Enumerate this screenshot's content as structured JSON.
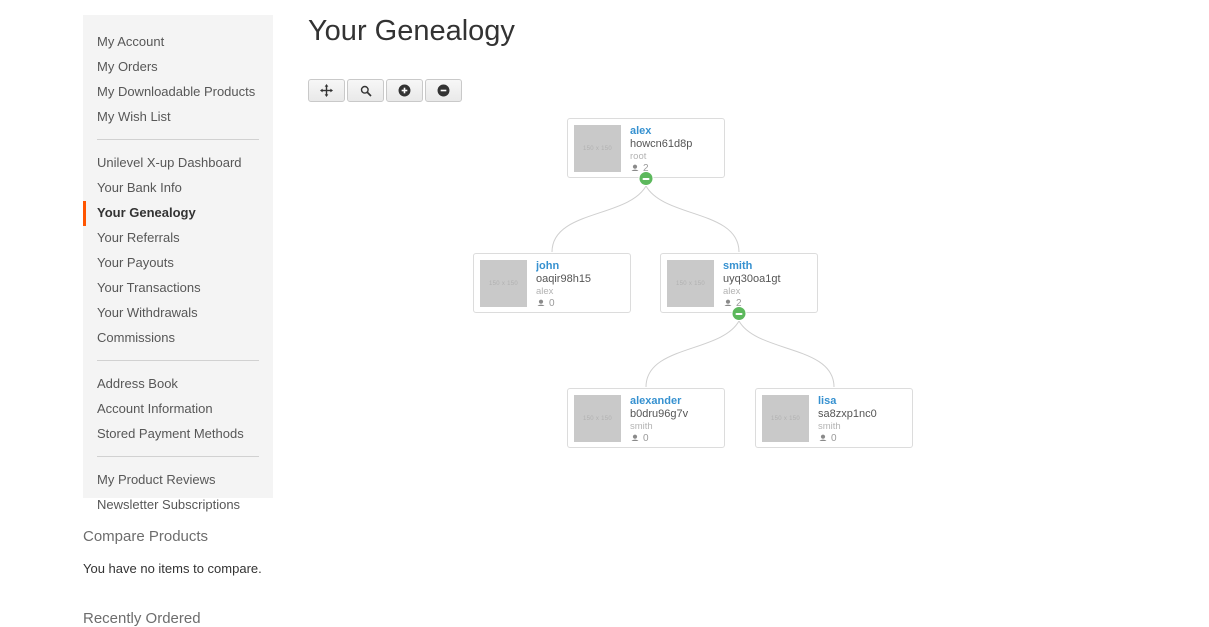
{
  "colors": {
    "accent_orange": "#ff5501",
    "node_name_blue": "#3691d0",
    "badge_green": "#5cb85c",
    "sidebar_bg": "#f4f4f4",
    "edge_gray": "#cfcfcf"
  },
  "sidebar": {
    "groups": [
      {
        "items": [
          {
            "label": "My Account"
          },
          {
            "label": "My Orders"
          },
          {
            "label": "My Downloadable Products"
          },
          {
            "label": "My Wish List"
          }
        ]
      },
      {
        "items": [
          {
            "label": "Unilevel X-up Dashboard"
          },
          {
            "label": "Your Bank Info"
          },
          {
            "label": "Your Genealogy",
            "active": true
          },
          {
            "label": "Your Referrals"
          },
          {
            "label": "Your Payouts"
          },
          {
            "label": "Your Transactions"
          },
          {
            "label": "Your Withdrawals"
          },
          {
            "label": "Commissions"
          }
        ]
      },
      {
        "items": [
          {
            "label": "Address Book"
          },
          {
            "label": "Account Information"
          },
          {
            "label": "Stored Payment Methods"
          }
        ]
      },
      {
        "items": [
          {
            "label": "My Product Reviews"
          },
          {
            "label": "Newsletter Subscriptions"
          }
        ]
      }
    ]
  },
  "compare_products": {
    "title": "Compare Products",
    "empty_message": "You have no items to compare."
  },
  "recently_ordered": {
    "title": "Recently Ordered"
  },
  "main": {
    "title": "Your Genealogy"
  },
  "toolbar": {
    "buttons": [
      {
        "icon": "move-icon"
      },
      {
        "icon": "search-icon"
      },
      {
        "icon": "plus-circle-icon"
      },
      {
        "icon": "minus-circle-icon"
      }
    ]
  },
  "tree": {
    "avatar_placeholder": "150 x 150",
    "nodes": [
      {
        "name": "alex",
        "id": "howcn61d8p",
        "parent": "root",
        "count": "2",
        "collapsible": true
      },
      {
        "name": "john",
        "id": "oaqir98h15",
        "parent": "alex",
        "count": "0",
        "collapsible": false
      },
      {
        "name": "smith",
        "id": "uyq30oa1gt",
        "parent": "alex",
        "count": "2",
        "collapsible": true
      },
      {
        "name": "alexander",
        "id": "b0dru96g7v",
        "parent": "smith",
        "count": "0",
        "collapsible": false
      },
      {
        "name": "lisa",
        "id": "sa8zxp1nc0",
        "parent": "smith",
        "count": "0",
        "collapsible": false
      }
    ]
  }
}
